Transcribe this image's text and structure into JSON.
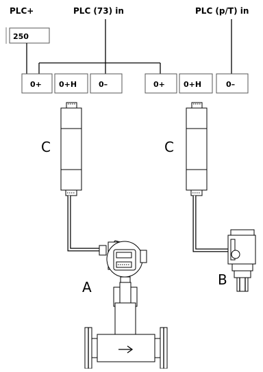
{
  "plc_labels": {
    "plc_plus": "PLC+",
    "plc_73": "PLC  (73)  in",
    "plc_pt": "PLC  (p/T) in"
  },
  "resistor_value": "250",
  "terminals_left": [
    "0+",
    "0+H",
    "0–"
  ],
  "terminals_right": [
    "0+",
    "0+H",
    "0–"
  ],
  "barrier_label_left": "C",
  "barrier_label_right": "C",
  "device_label_a": "A",
  "device_label_b": "B"
}
